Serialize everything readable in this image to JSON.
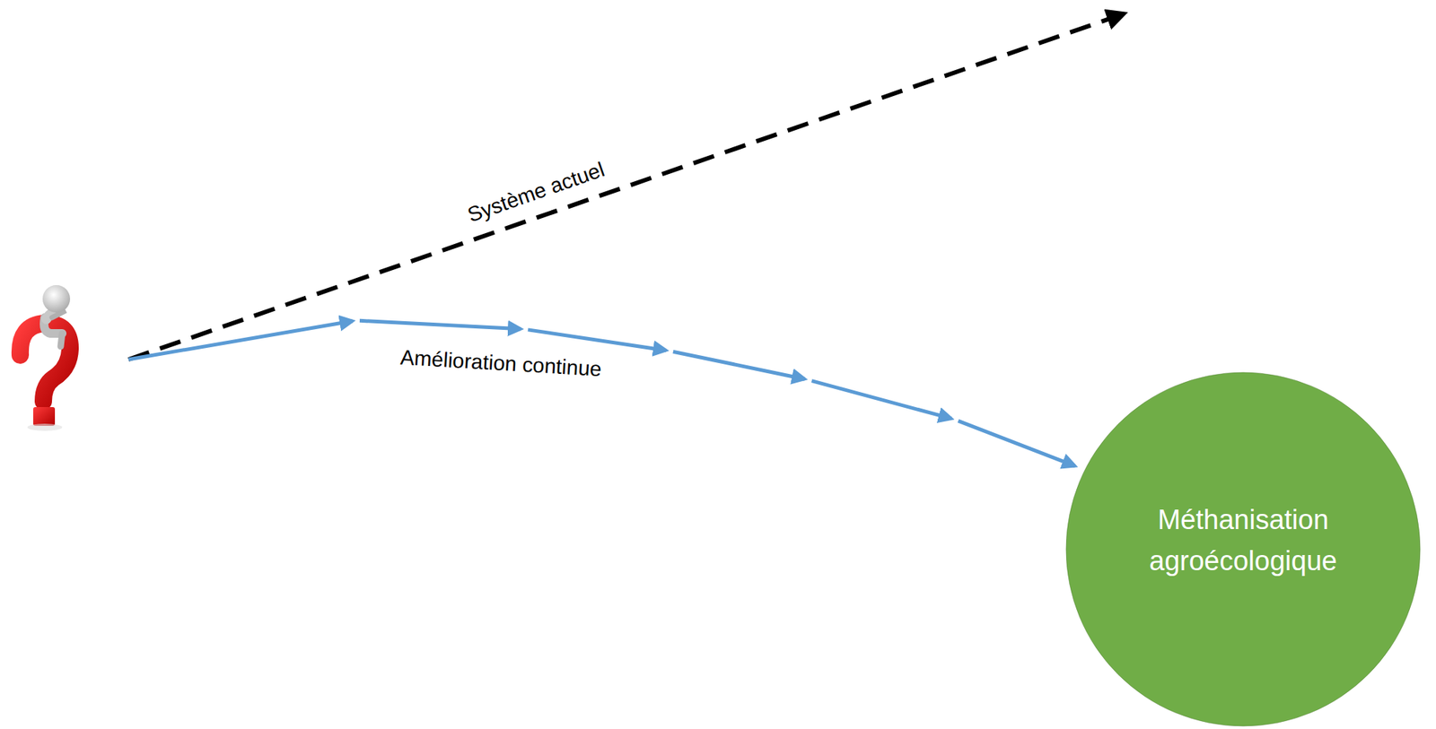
{
  "diagram": {
    "nodes": [
      {
        "text": [
          "Méthanisation agroécologique"
        ]
      }
    ],
    "labels": [
      "Système actuel",
      "Amélioration continue"
    ]
  }
}
